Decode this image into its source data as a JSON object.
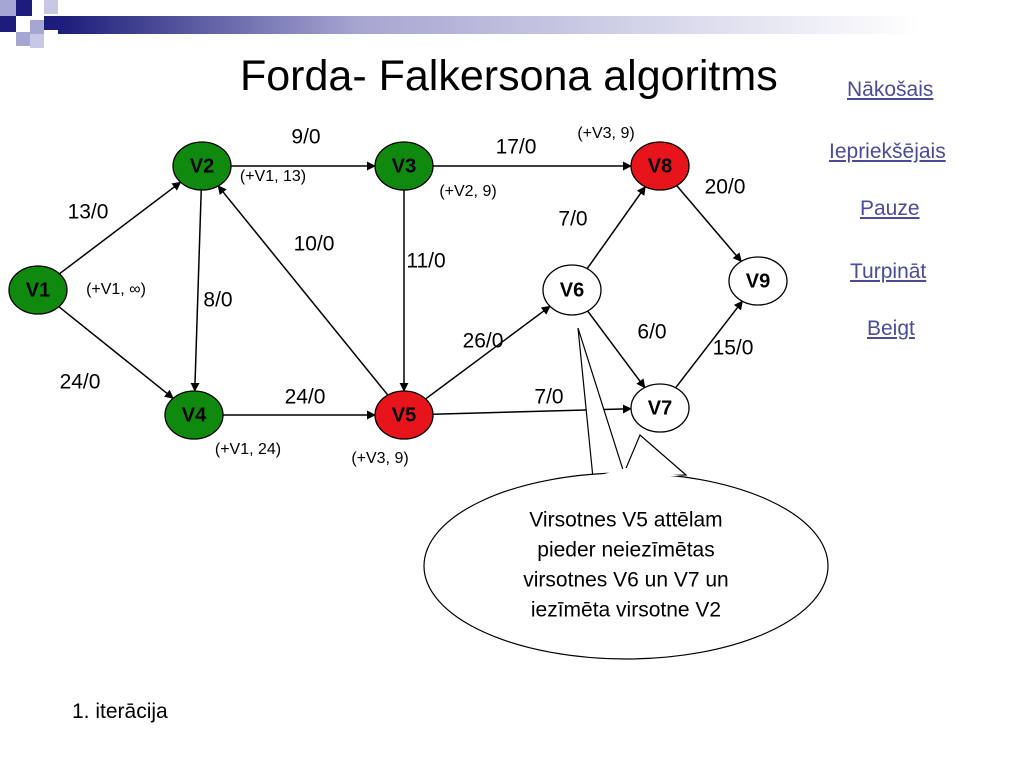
{
  "slide": {
    "title": "Forda- Falkersona algoritms",
    "iteration": "1. iterācija"
  },
  "nav": {
    "next": "Nākošais",
    "previous": "Iepriekšējais",
    "pause": "Pauze ",
    "continue": "Turpināt ",
    "end": "Beigt"
  },
  "colors": {
    "green": "#0f8a0f",
    "red": "#e8141c",
    "white": "#ffffff",
    "edge": "#000000",
    "link": "#4b4b9a",
    "banner_dark": "#1c1c7a",
    "banner_light": "#a6a6d2"
  },
  "nodes": [
    {
      "id": "V1",
      "label": "V1",
      "fill": "green"
    },
    {
      "id": "V2",
      "label": "V2",
      "fill": "green"
    },
    {
      "id": "V3",
      "label": "V3",
      "fill": "green"
    },
    {
      "id": "V4",
      "label": "V4",
      "fill": "green"
    },
    {
      "id": "V5",
      "label": "V5",
      "fill": "red"
    },
    {
      "id": "V6",
      "label": "V6",
      "fill": "white"
    },
    {
      "id": "V7",
      "label": "V7",
      "fill": "white"
    },
    {
      "id": "V8",
      "label": "V8",
      "fill": "red"
    },
    {
      "id": "V9",
      "label": "V9",
      "fill": "white"
    }
  ],
  "edges": [
    {
      "from": "V1",
      "to": "V2",
      "label": "13/0"
    },
    {
      "from": "V1",
      "to": "V4",
      "label": "24/0"
    },
    {
      "from": "V2",
      "to": "V3",
      "label": "9/0"
    },
    {
      "from": "V2",
      "to": "V4",
      "label": "8/0"
    },
    {
      "from": "V5",
      "to": "V2",
      "label": "10/0"
    },
    {
      "from": "V3",
      "to": "V8",
      "label": "17/0"
    },
    {
      "from": "V3",
      "to": "V5",
      "label": "11/0"
    },
    {
      "from": "V4",
      "to": "V5",
      "label": "24/0"
    },
    {
      "from": "V5",
      "to": "V6",
      "label": "26/0"
    },
    {
      "from": "V5",
      "to": "V7",
      "label": "7/0"
    },
    {
      "from": "V6",
      "to": "V8",
      "label": "7/0"
    },
    {
      "from": "V6",
      "to": "V7",
      "label": "6/0"
    },
    {
      "from": "V8",
      "to": "V9",
      "label": "20/0"
    },
    {
      "from": "V7",
      "to": "V9",
      "label": "15/0"
    }
  ],
  "node_marks": [
    {
      "node": "V1",
      "text": "(+V1, ∞)"
    },
    {
      "node": "V2",
      "text": "(+V1, 13)"
    },
    {
      "node": "V3",
      "text": "(+V2, 9)"
    },
    {
      "node": "V4",
      "text": "(+V1, 24)"
    },
    {
      "node": "V5",
      "text": "(+V3, 9)"
    },
    {
      "node": "V8",
      "text": "(+V3, 9)"
    }
  ],
  "callout": {
    "lines": [
      "Virsotnes V5 attēlam",
      "pieder neiezīmētas",
      "virsotnes V6 un V7 un",
      "iezīmēta virsotne V2"
    ]
  }
}
